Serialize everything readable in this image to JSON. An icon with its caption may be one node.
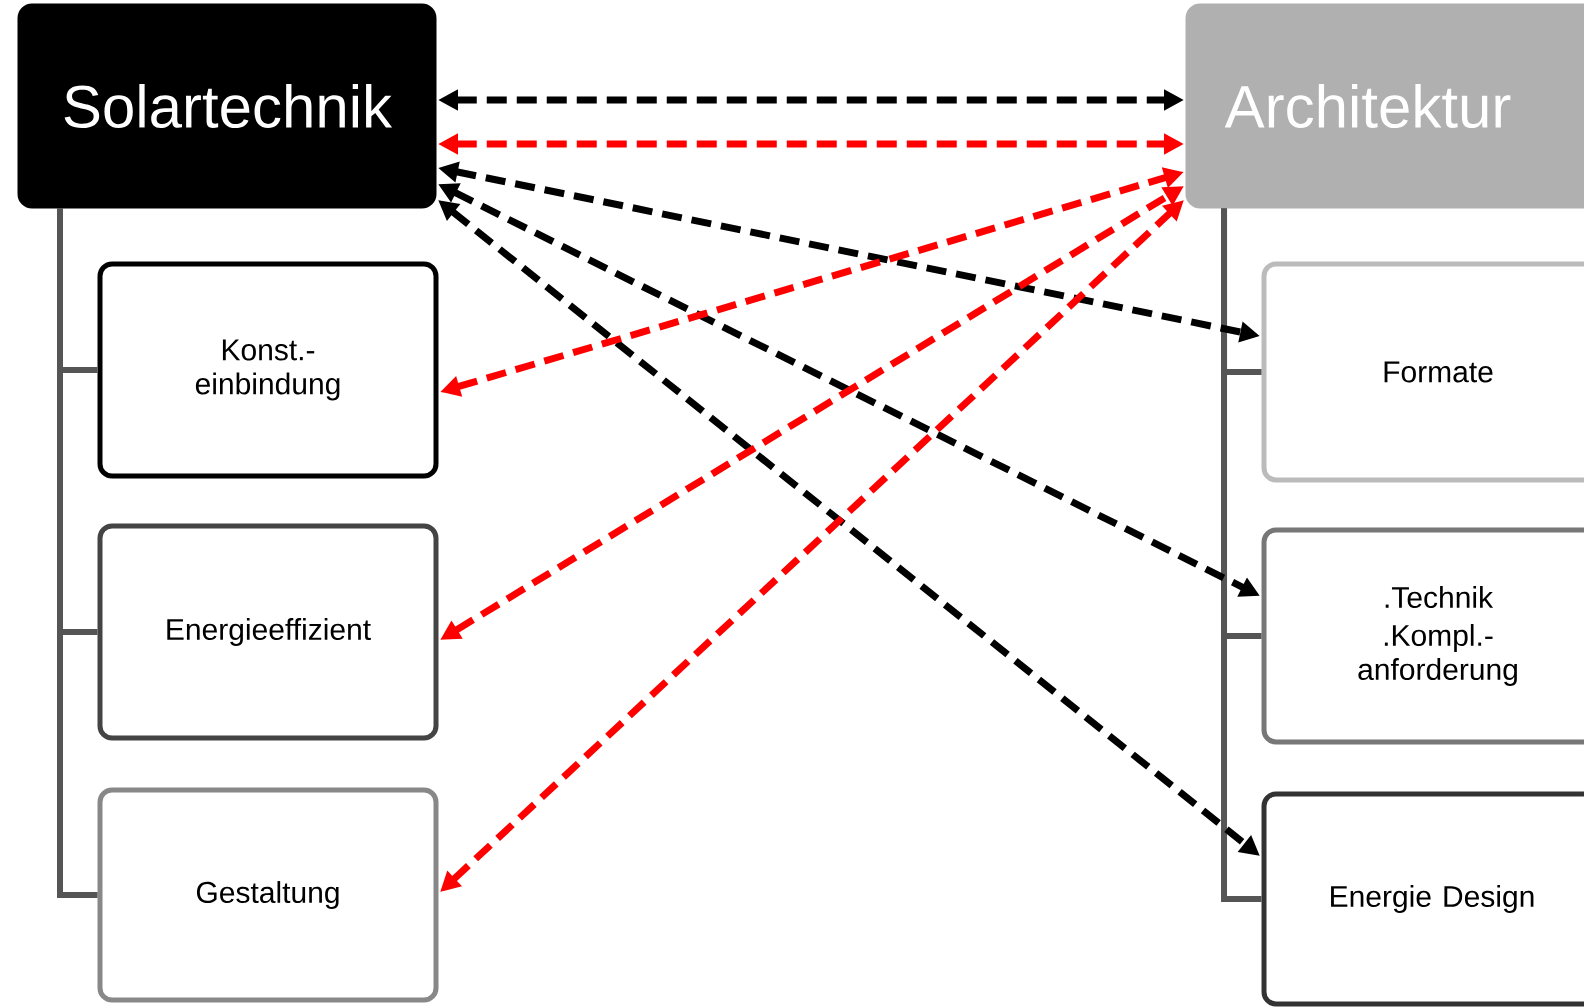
{
  "diagram": {
    "nodes": [
      {
        "text": [
          "Solartechnik"
        ]
      },
      {
        "text": [
          "Konst.- einbindung"
        ]
      },
      {
        "text": [
          "Energieeffizient"
        ]
      },
      {
        "text": [
          "Gestaltung"
        ]
      },
      {
        "text": [
          "Architektur"
        ]
      },
      {
        "text": [
          "Formate"
        ]
      },
      {
        "text": [
          ".Technik",
          ".Kompl.- anforderung"
        ]
      },
      {
        "text": [
          "Energie Design"
        ]
      }
    ],
    "edges": [
      {
        "from": 0,
        "to": 1,
        "arrow": "none"
      },
      {
        "from": 0,
        "to": 2,
        "arrow": "none"
      },
      {
        "from": 0,
        "to": 3,
        "arrow": "none"
      },
      {
        "from": 4,
        "to": 5,
        "arrow": "none"
      },
      {
        "from": 4,
        "to": 6,
        "arrow": "none"
      },
      {
        "from": 4,
        "to": 7,
        "arrow": "none"
      },
      {
        "from": 0,
        "to": 4,
        "arrow": "both",
        "style": "dashed",
        "color": "#000000"
      },
      {
        "from": 0,
        "to": 4,
        "arrow": "both",
        "style": "dashed",
        "color": "#ff0000"
      },
      {
        "from": 0,
        "to": 5,
        "arrow": "both",
        "style": "dashed",
        "color": "#000000"
      },
      {
        "from": 0,
        "to": 6,
        "arrow": "both",
        "style": "dashed",
        "color": "#000000"
      },
      {
        "from": 0,
        "to": 7,
        "arrow": "both",
        "style": "dashed",
        "color": "#000000"
      },
      {
        "from": 1,
        "to": 4,
        "arrow": "both",
        "style": "dashed",
        "color": "#ff0000"
      },
      {
        "from": 2,
        "to": 4,
        "arrow": "both",
        "style": "dashed",
        "color": "#ff0000"
      },
      {
        "from": 3,
        "to": 4,
        "arrow": "both",
        "style": "dashed",
        "color": "#ff0000"
      }
    ]
  }
}
